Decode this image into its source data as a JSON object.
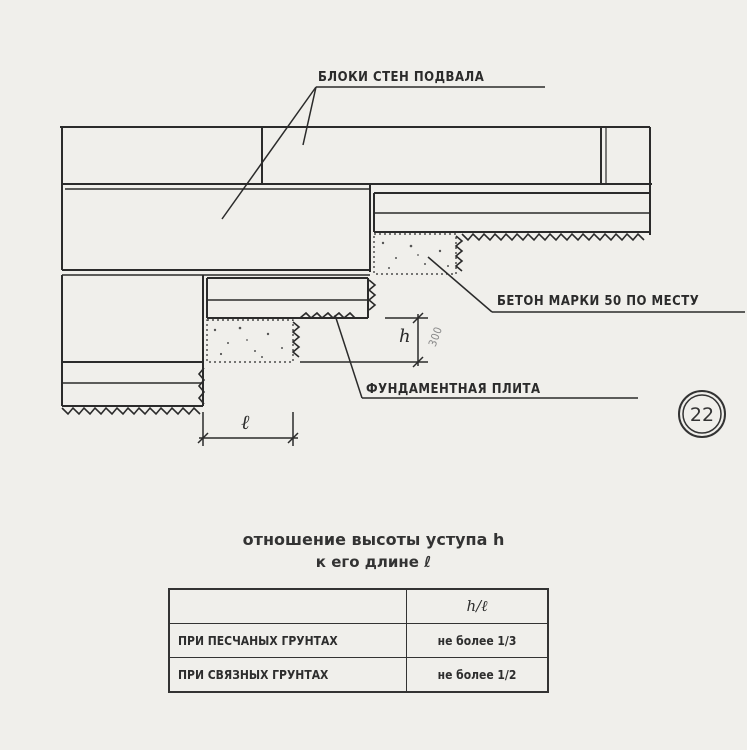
{
  "labels": {
    "basement_blocks": "БЛОКИ СТЕН ПОДВАЛА",
    "concrete": "БЕТОН МАРКИ 50 ПО МЕСТУ",
    "foundation_slab": "ФУНДАМЕНТНАЯ ПЛИТА",
    "dim_h": "h",
    "dim_l": "ℓ",
    "dim_300": "300"
  },
  "sheet_number": "22",
  "caption": {
    "line1": "отношение высоты уступа h",
    "line2": "к его длине ℓ"
  },
  "table": {
    "header": "h/ℓ",
    "rows": [
      {
        "soil": "ПРИ ПЕСЧАНЫХ ГРУНТАХ",
        "value": "не более 1/3"
      },
      {
        "soil": "ПРИ СВЯЗНЫХ ГРУНТАХ",
        "value": "не более 1/2"
      }
    ]
  },
  "colors": {
    "ink": "#2b2b2b",
    "paper": "#f0efeb"
  }
}
